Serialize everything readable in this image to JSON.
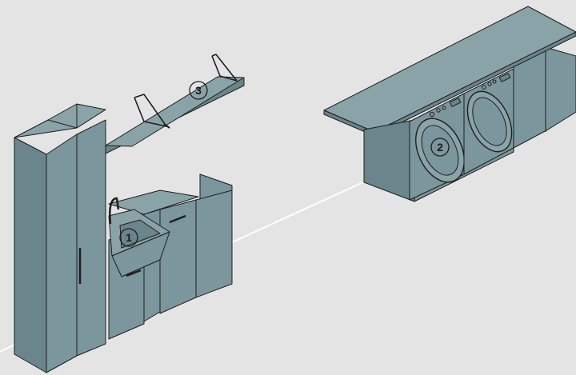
{
  "colors": {
    "background": "#e4e4e4",
    "unit_face": "#7b969c",
    "unit_side": "#6a858b",
    "unit_top": "#8aa3a8",
    "outline": "#1e1e1e",
    "wall_line": "#ffffff"
  },
  "callouts": [
    {
      "id": "sink-cabinet",
      "label": "1"
    },
    {
      "id": "washer-dryer",
      "label": "2"
    },
    {
      "id": "wall-shelf",
      "label": "3"
    }
  ]
}
